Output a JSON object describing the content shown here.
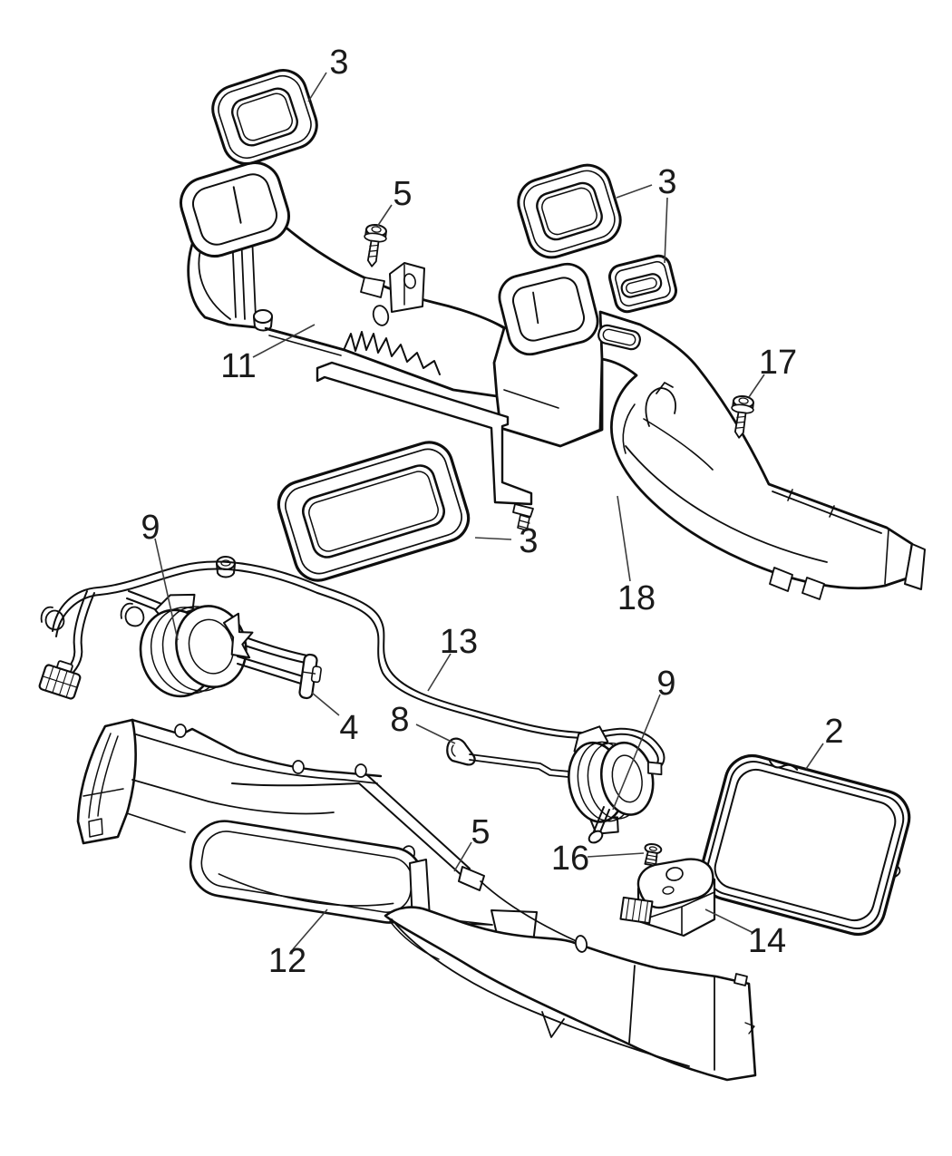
{
  "diagram": {
    "kind": "exploded-parts-line-diagram",
    "subject": "HVAC air ducts, outlets, seals and vacuum actuators",
    "background_color": "#ffffff",
    "line_color": "#0e0e0e",
    "leader_color": "#3c3c3c",
    "label_color": "#1a1a1a",
    "distinct_part_numbers": [
      "2",
      "3",
      "4",
      "5",
      "8",
      "9",
      "11",
      "12",
      "13",
      "14",
      "16",
      "17",
      "18"
    ],
    "callouts": [
      {
        "id": "callout-3-top-left",
        "label": "3",
        "points_to": "defroster-outlet-gasket-left"
      },
      {
        "id": "callout-5-upper",
        "label": "5",
        "points_to": "mounting-screw-upper"
      },
      {
        "id": "callout-3-top-right",
        "label": "3",
        "points_to": "defroster-outlet-gasket-right-and-demister-gasket"
      },
      {
        "id": "callout-17",
        "label": "17",
        "points_to": "mounting-screw-right"
      },
      {
        "id": "callout-11",
        "label": "11",
        "points_to": "defroster-duct-assembly"
      },
      {
        "id": "callout-3-center",
        "label": "3",
        "points_to": "center-outlet-gasket-large"
      },
      {
        "id": "callout-18",
        "label": "18",
        "points_to": "duct-housing-lower-right"
      },
      {
        "id": "callout-9-left",
        "label": "9",
        "points_to": "vacuum-actuator-left"
      },
      {
        "id": "callout-13",
        "label": "13",
        "points_to": "vacuum-harness-line"
      },
      {
        "id": "callout-4",
        "label": "4",
        "points_to": "actuator-arm-clip"
      },
      {
        "id": "callout-8",
        "label": "8",
        "points_to": "control-rod-clip"
      },
      {
        "id": "callout-9-right",
        "label": "9",
        "points_to": "vacuum-actuator-right"
      },
      {
        "id": "callout-2",
        "label": "2",
        "points_to": "unit-to-dash-seal"
      },
      {
        "id": "callout-5-lower",
        "label": "5",
        "points_to": "housing-rail-screw-area"
      },
      {
        "id": "callout-16",
        "label": "16",
        "points_to": "push-pin-clip"
      },
      {
        "id": "callout-14",
        "label": "14",
        "points_to": "door-actuator-motor"
      },
      {
        "id": "callout-12",
        "label": "12",
        "points_to": "heater-ac-housing-lower"
      }
    ]
  }
}
